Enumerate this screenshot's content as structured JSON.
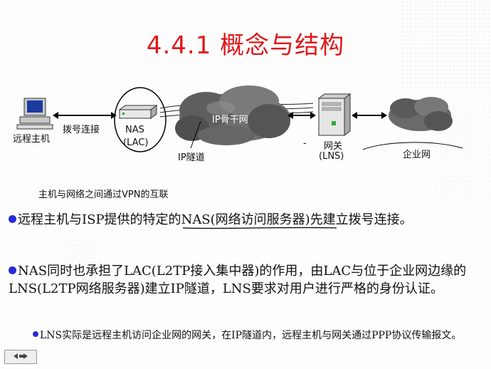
{
  "slide": {
    "title": "4.4.1 概念与结构",
    "diagram": {
      "host_label": "远程主机",
      "dial_label": "拨号连接",
      "nas_label_1": "NAS",
      "nas_label_2": "(LAC)",
      "backbone_label": "IP骨干网",
      "tunnel_label": "IP隧道",
      "gateway_label_1": "网关",
      "gateway_label_2": "(LNS)",
      "enterprise_label": "企业网",
      "dash_label": "-"
    },
    "caption": "主机与网络之间通过VPN的互联",
    "bullets": {
      "b1_pre": "远程主机与ISP提供的特定的",
      "b1_nas": "NAS(网络访问服务器)",
      "b1_post": "先建立拨号连接。",
      "b2": "NAS同时也承担了LAC(L2TP接入集中器)的作用，由LAC与位于企业网边缘的LNS(L2TP网络服务器)建立IP隧道，LNS要求对用户进行严格的身份认证。",
      "b3": "LNS实际是远程主机访问企业网的网关，在IP隧道内，远程主机与网关通过PPP协议传输报文。"
    },
    "colors": {
      "title": "#e0171a",
      "bullet": "#2a2ad8"
    },
    "controls": {
      "nav_icon": "slide-nav-icon"
    }
  }
}
